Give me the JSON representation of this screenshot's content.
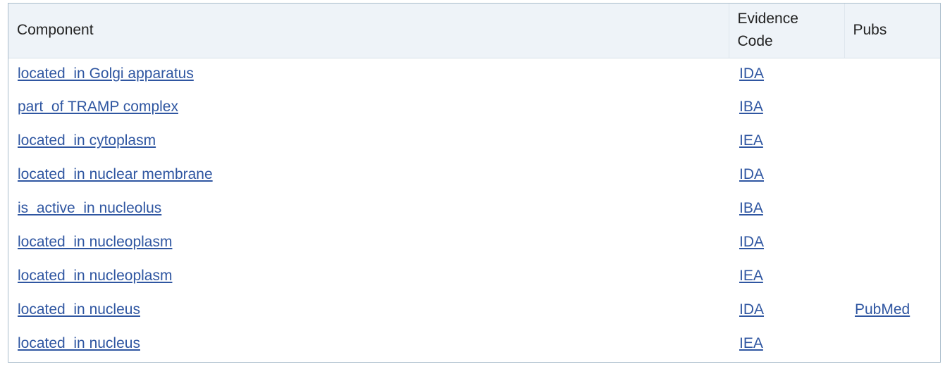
{
  "table": {
    "headers": {
      "component": "Component",
      "evidence_code": "Evidence Code",
      "pubs": "Pubs"
    },
    "rows": [
      {
        "component": "located_in Golgi apparatus",
        "evidence": "IDA",
        "pubs": ""
      },
      {
        "component": "part_of TRAMP complex",
        "evidence": "IBA",
        "pubs": ""
      },
      {
        "component": "located_in cytoplasm",
        "evidence": "IEA",
        "pubs": ""
      },
      {
        "component": "located_in nuclear membrane",
        "evidence": "IDA",
        "pubs": ""
      },
      {
        "component": "is_active_in nucleolus",
        "evidence": "IBA",
        "pubs": ""
      },
      {
        "component": "located_in nucleoplasm",
        "evidence": "IDA",
        "pubs": ""
      },
      {
        "component": "located_in nucleoplasm",
        "evidence": "IEA",
        "pubs": ""
      },
      {
        "component": "located_in nucleus",
        "evidence": "IDA",
        "pubs": "PubMed"
      },
      {
        "component": "located_in nucleus",
        "evidence": "IEA",
        "pubs": ""
      }
    ]
  },
  "colors": {
    "link": "#2f56a1",
    "header_bg": "#eef3f8",
    "border": "#a9bccb"
  }
}
